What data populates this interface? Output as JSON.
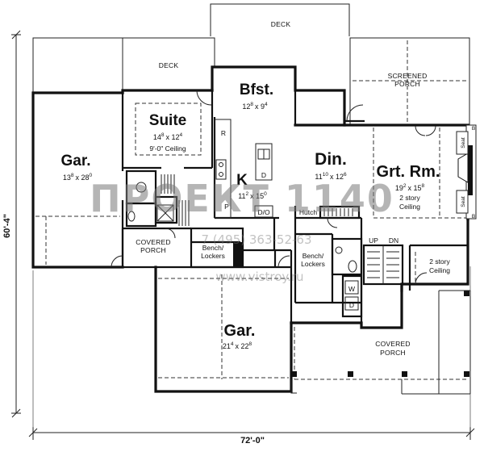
{
  "rooms": {
    "garage_left": {
      "name": "Gar.",
      "dim": "13",
      "dim_sup1": "8",
      "dim_mid": "x 28",
      "dim_sup2": "0"
    },
    "suite": {
      "name": "Suite",
      "dim": "14",
      "dim_sup1": "8",
      "dim_mid": "x 12",
      "dim_sup2": "4",
      "note": "9'-0\" Ceiling"
    },
    "bfst": {
      "name": "Bfst.",
      "dim": "12",
      "dim_sup1": "8",
      "dim_mid": "x 9",
      "dim_sup2": "4"
    },
    "kitchen": {
      "name": "K",
      "dim": "11",
      "dim_sup1": "2",
      "dim_mid": "x 15",
      "dim_sup2": "0"
    },
    "dining": {
      "name": "Din.",
      "dim": "11",
      "dim_sup1": "10",
      "dim_mid": "x 12",
      "dim_sup2": "6"
    },
    "great_room": {
      "name": "Grt. Rm.",
      "dim": "19",
      "dim_sup1": "2",
      "dim_mid": "x 15",
      "dim_sup2": "8",
      "note1": "2 story",
      "note2": "Ceiling"
    },
    "garage_main": {
      "name": "Gar.",
      "dim": "21",
      "dim_sup1": "4",
      "dim_mid": "x 22",
      "dim_sup2": "8"
    }
  },
  "labels": {
    "deck_top": "DECK",
    "deck_left": "DECK",
    "screened_porch_1": "SCREENED",
    "screened_porch_2": "PORCH",
    "covered_porch_small_1": "COVERED",
    "covered_porch_small_2": "PORCH",
    "covered_porch_front_1": "COVERED",
    "covered_porch_front_2": "PORCH",
    "bench_lockers_left_1": "Bench/",
    "bench_lockers_left_2": "Lockers",
    "bench_lockers_right_1": "Bench/",
    "bench_lockers_right_2": "Lockers",
    "hutch": "Hutch",
    "do": "D/O",
    "r": "R",
    "p": "P",
    "d": "D",
    "w": "W",
    "up": "UP",
    "dn": "DN",
    "foyer_note1": "2 story",
    "foyer_note2": "Ceiling",
    "seat_top": "Seat",
    "seat_bottom": "Seat",
    "b_top": "B",
    "b_bottom": "B"
  },
  "dimensions": {
    "width": "72'-0\"",
    "depth": "60'-4\""
  },
  "watermark": {
    "text": "ПРОЕКТ 1140",
    "phone": "7 (495) 363-52-63",
    "site": "www.vistroy.ru"
  }
}
